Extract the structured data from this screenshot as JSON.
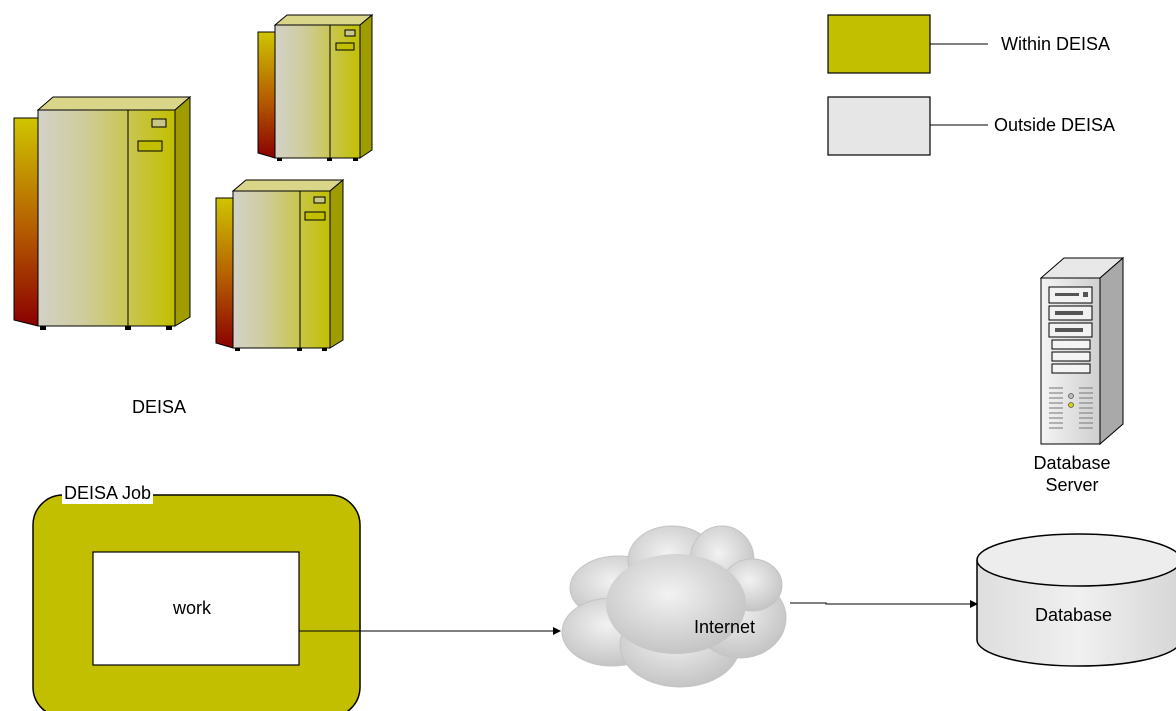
{
  "legend": {
    "within": {
      "label": "Within DEISA",
      "color": "#c2bf00"
    },
    "outside": {
      "label": "Outside DEISA",
      "color": "#e6e6e6"
    }
  },
  "cluster": {
    "label": "DEISA",
    "icon": "supercomputer-icon"
  },
  "job": {
    "label": "DEISA Job",
    "work_label": "work",
    "color": "#c2bf00"
  },
  "network": {
    "label": "Internet",
    "icon": "cloud-icon"
  },
  "db_server": {
    "label_line1": "Database",
    "label_line2": "Server",
    "icon": "server-tower-icon"
  },
  "database": {
    "label": "Database",
    "icon": "database-cylinder-icon",
    "color": "#e6e6e6"
  }
}
